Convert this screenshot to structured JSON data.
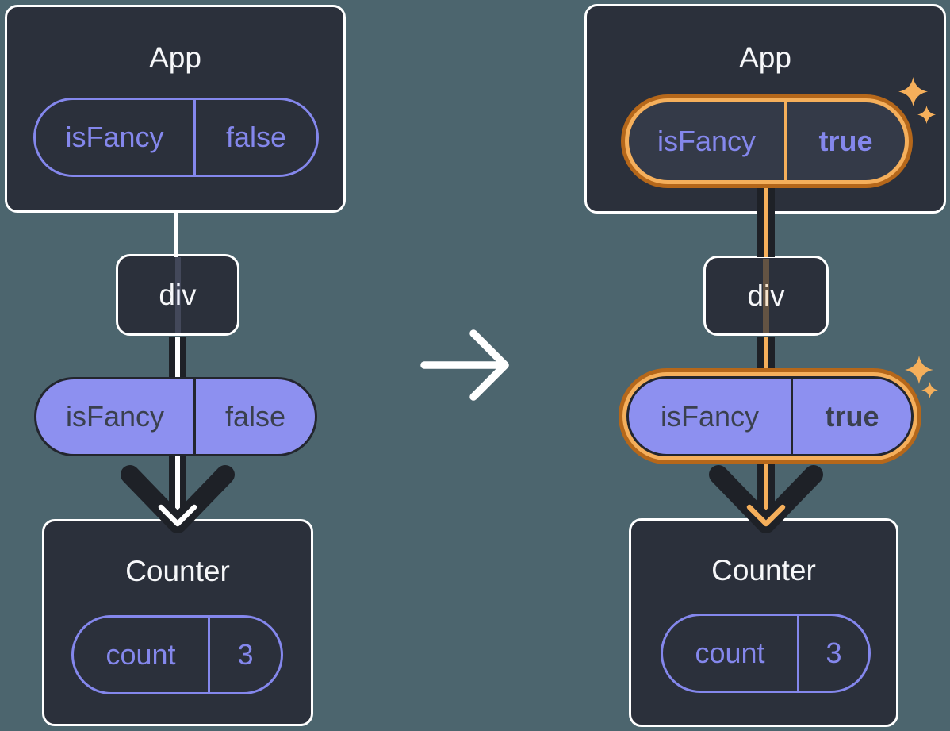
{
  "colors": {
    "background": "#4C656E",
    "box": "#2B303B",
    "box_border": "#FFFFFF",
    "title_text": "#F6F7F9",
    "purple": "#8487EC",
    "purple_fill": "#8D90F0",
    "pill_dark_text": "#3A404E",
    "pill_dark_border": "#23262E",
    "core_dark": "#343A48",
    "arrow_dark": "#1E2127",
    "orange": "#F5AF5B",
    "orange_dark": "#B5671A"
  },
  "before": {
    "app": {
      "title": "App",
      "state": {
        "key": "isFancy",
        "value": "false"
      }
    },
    "div_label": "div",
    "prop": {
      "key": "isFancy",
      "value": "false"
    },
    "counter": {
      "title": "Counter",
      "state": {
        "key": "count",
        "value": "3"
      }
    }
  },
  "after": {
    "app": {
      "title": "App",
      "state": {
        "key": "isFancy",
        "value": "true"
      }
    },
    "div_label": "div",
    "prop": {
      "key": "isFancy",
      "value": "true"
    },
    "counter": {
      "title": "Counter",
      "state": {
        "key": "count",
        "value": "3"
      }
    }
  },
  "icons": {
    "transition_arrow": "right-arrow-icon",
    "sparkle": "sparkle-icon",
    "flow_arrow": "arrow-down-icon"
  }
}
